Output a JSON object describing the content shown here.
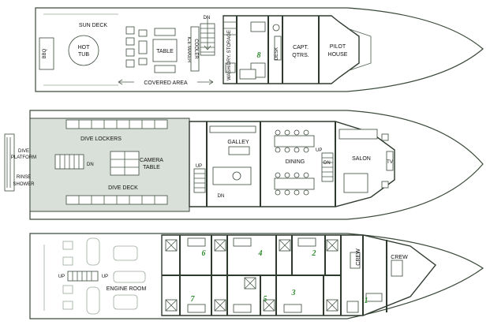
{
  "diagram": {
    "upper_deck": {
      "sun_deck": "SUN DECK",
      "hot_tub": [
        "HOT",
        "TUB"
      ],
      "bbq": "BBQ",
      "table": "TABLE",
      "ice_maker": "ICE MAKER",
      "cooler": "COOLER",
      "covered_area": "COVERED AREA",
      "washer_storage": "WASH/DRY. STORAGE",
      "desk": "DESK",
      "capt_qtrs": [
        "CAPT.",
        "QTRS."
      ],
      "pilot_house": [
        "PILOT",
        "HOUSE"
      ],
      "cabin_number": "8",
      "dn": "DN"
    },
    "main_deck": {
      "dive_platform": [
        "DIVE",
        "PLATFORM"
      ],
      "rinse_shower": [
        "RINSE",
        "SHOWER"
      ],
      "dive_lockers": "DIVE LOCKERS",
      "camera_table": [
        "CAMERA",
        "TABLE"
      ],
      "dive_deck": "DIVE DECK",
      "galley": "GALLEY",
      "dining": "DINING",
      "salon": "SALON",
      "tv": "TV",
      "up": "UP",
      "dn": "DN"
    },
    "lower_deck": {
      "engine_room": "ENGINE ROOM",
      "crew": "CREW",
      "up": "UP",
      "cabins": [
        "6",
        "4",
        "2",
        "7",
        "5",
        "3",
        "1"
      ]
    }
  }
}
